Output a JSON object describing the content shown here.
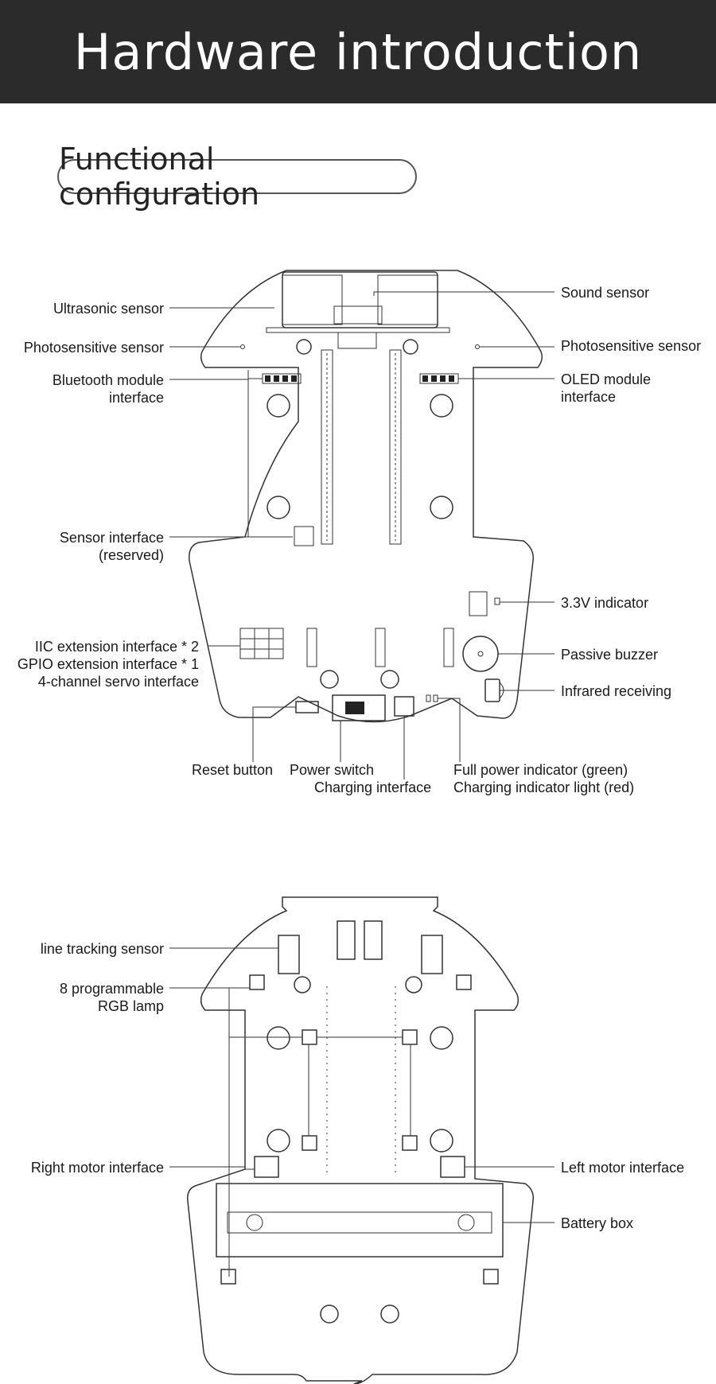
{
  "header": {
    "title": "Hardware introduction"
  },
  "section": {
    "title": "Functional configuration"
  },
  "top_board": {
    "labels": {
      "ultrasonic": "Ultrasonic sensor",
      "photo_left": "Photosensitive sensor",
      "bt_1": "Bluetooth module",
      "bt_2": "interface",
      "sensor_1": "Sensor interface",
      "sensor_2": "(reserved)",
      "iic": "IIC extension interface * 2",
      "gpio": "GPIO extension interface * 1",
      "servo": "4-channel servo interface",
      "sound": "Sound sensor",
      "photo_right": "Photosensitive sensor",
      "oled_1": "OLED module",
      "oled_2": "interface",
      "v33": "3.3V indicator",
      "buzzer": "Passive buzzer",
      "ir": "Infrared receiving",
      "reset": "Reset button",
      "power": "Power switch",
      "charging": "Charging interface",
      "full_power": "Full power indicator (green)",
      "charging_light": "Charging indicator light (red)"
    }
  },
  "bottom_board": {
    "labels": {
      "line_tracking": "line tracking sensor",
      "rgb_1": "8 programmable",
      "rgb_2": "RGB lamp",
      "right_motor": "Right motor interface",
      "left_motor": "Left motor interface",
      "battery": "Battery box"
    }
  }
}
